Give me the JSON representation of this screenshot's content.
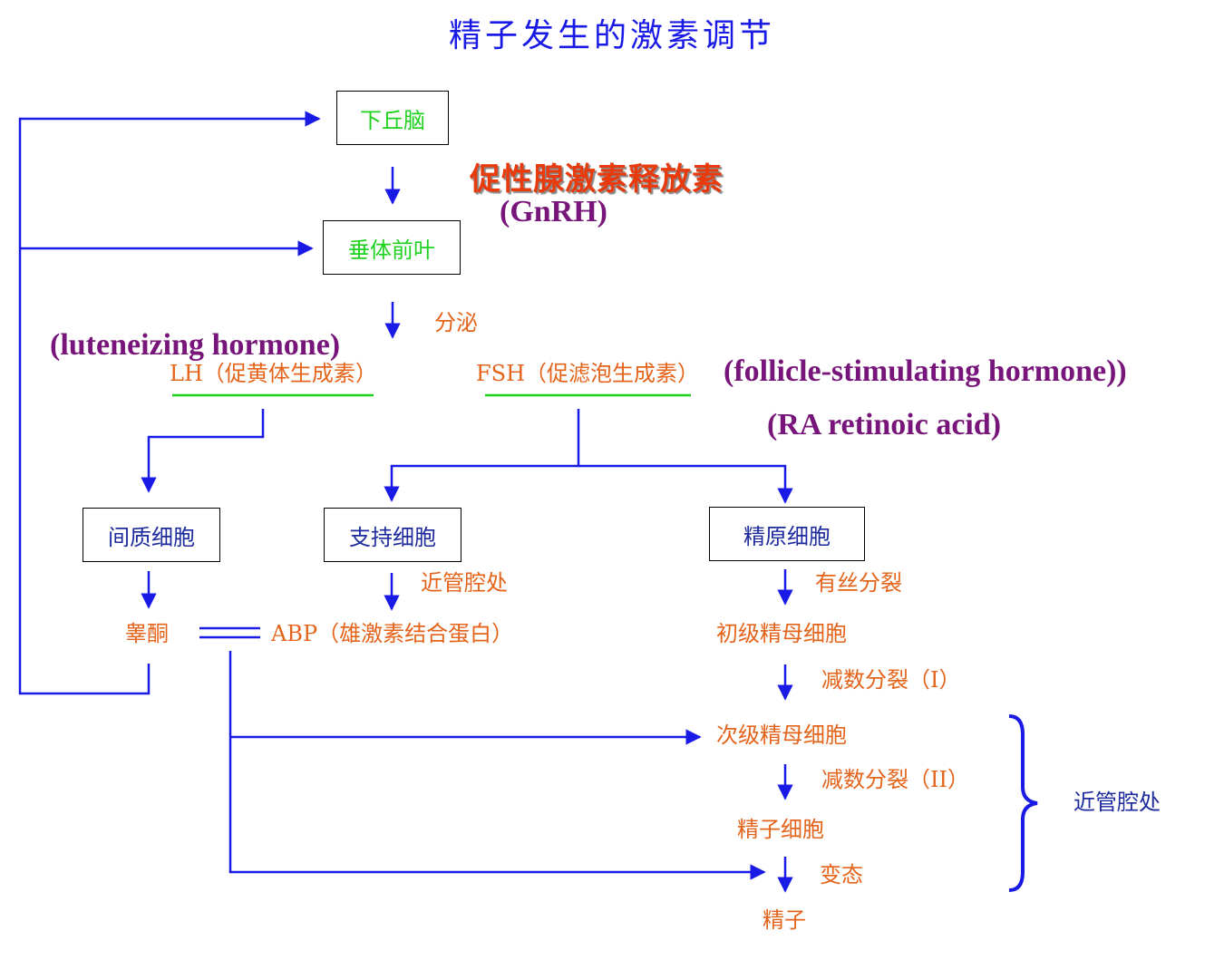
{
  "title": "精子发生的激素调节",
  "nodes": {
    "hypothalamus": "下丘脑",
    "pituitary": "垂体前叶",
    "interstitial": "间质细胞",
    "sertoli": "支持细胞",
    "spermatogonia": "精原细胞"
  },
  "hormones": {
    "gnrh_cn": "促性腺激素释放素",
    "gnrh_abbr": "(GnRH)",
    "lh": "LH（促黄体生成素）",
    "lh_en": "(luteneizing hormone)",
    "fsh": "FSH（促滤泡生成素）",
    "fsh_en": "(follicle-stimulating hormone))",
    "ra": "(RA retinoic acid)",
    "testosterone": "睾酮",
    "abp": "ABP（雄激素结合蛋白）"
  },
  "labels": {
    "secretion": "分泌",
    "near_lumen_1": "近管腔处",
    "mitosis": "有丝分裂",
    "meiosis_1": "减数分裂（I）",
    "meiosis_2": "减数分裂（II）",
    "metamorphosis": "变态",
    "near_lumen_2": "近管腔处"
  },
  "cells": {
    "primary_spermatocyte": "初级精母细胞",
    "secondary_spermatocyte": "次级精母细胞",
    "spermatid": "精子细胞",
    "sperm": "精子"
  },
  "colors": {
    "arrow": "#1a1ae6",
    "node_text_green": "#1fd11f",
    "orange_text": "#e4641b",
    "purple_text": "#78157a",
    "red_text": "#e83a0c"
  }
}
